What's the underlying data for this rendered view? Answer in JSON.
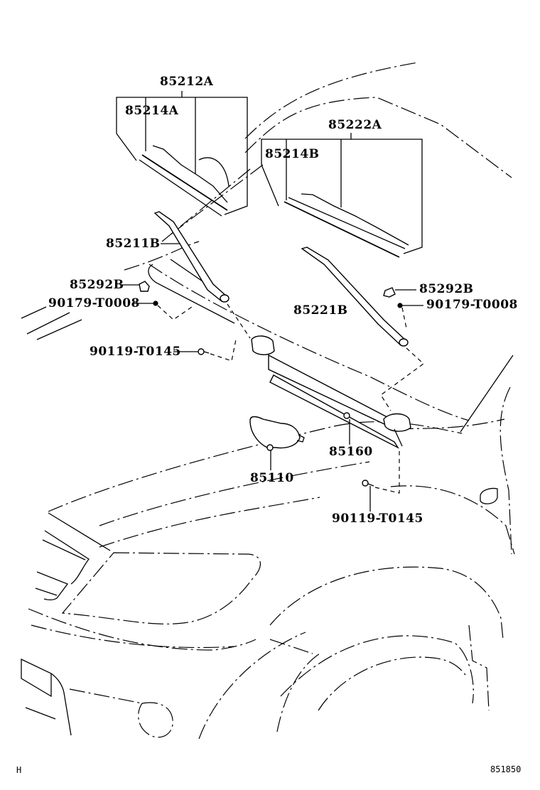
{
  "diagram": {
    "title": "Windshield Wiper Assembly Parts Diagram",
    "subject": "front windshield wiper & link",
    "line_color": "#000000",
    "background": "#ffffff"
  },
  "callouts": [
    {
      "id": "85212A",
      "label": "85212A",
      "part": "wiper-blade-assembly-left"
    },
    {
      "id": "85214A",
      "label": "85214A",
      "part": "wiper-blade-rubber-left"
    },
    {
      "id": "85222A",
      "label": "85222A",
      "part": "wiper-blade-assembly-right"
    },
    {
      "id": "85214B",
      "label": "85214B",
      "part": "wiper-blade-rubber-right"
    },
    {
      "id": "85211B",
      "label": "85211B",
      "part": "wiper-arm-left"
    },
    {
      "id": "85292B_left",
      "label": "85292B",
      "part": "wiper-arm-head-cap-left"
    },
    {
      "id": "90179-T0008_left",
      "label": "90179-T0008",
      "part": "wiper-arm-nut-left"
    },
    {
      "id": "90119-T0145_upper",
      "label": "90119-T0145",
      "part": "link-mount-bolt-upper"
    },
    {
      "id": "85292B_right",
      "label": "85292B",
      "part": "wiper-arm-head-cap-right"
    },
    {
      "id": "90179-T0008_right",
      "label": "90179-T0008",
      "part": "wiper-arm-nut-right"
    },
    {
      "id": "85221B",
      "label": "85221B",
      "part": "wiper-arm-right"
    },
    {
      "id": "85160",
      "label": "85160",
      "part": "wiper-link-assembly"
    },
    {
      "id": "85110",
      "label": "85110",
      "part": "wiper-motor"
    },
    {
      "id": "90119-T0145_lower",
      "label": "90119-T0145",
      "part": "link-mount-bolt-lower"
    }
  ],
  "footer": {
    "left_mark": "H",
    "figure_number": "851850"
  }
}
